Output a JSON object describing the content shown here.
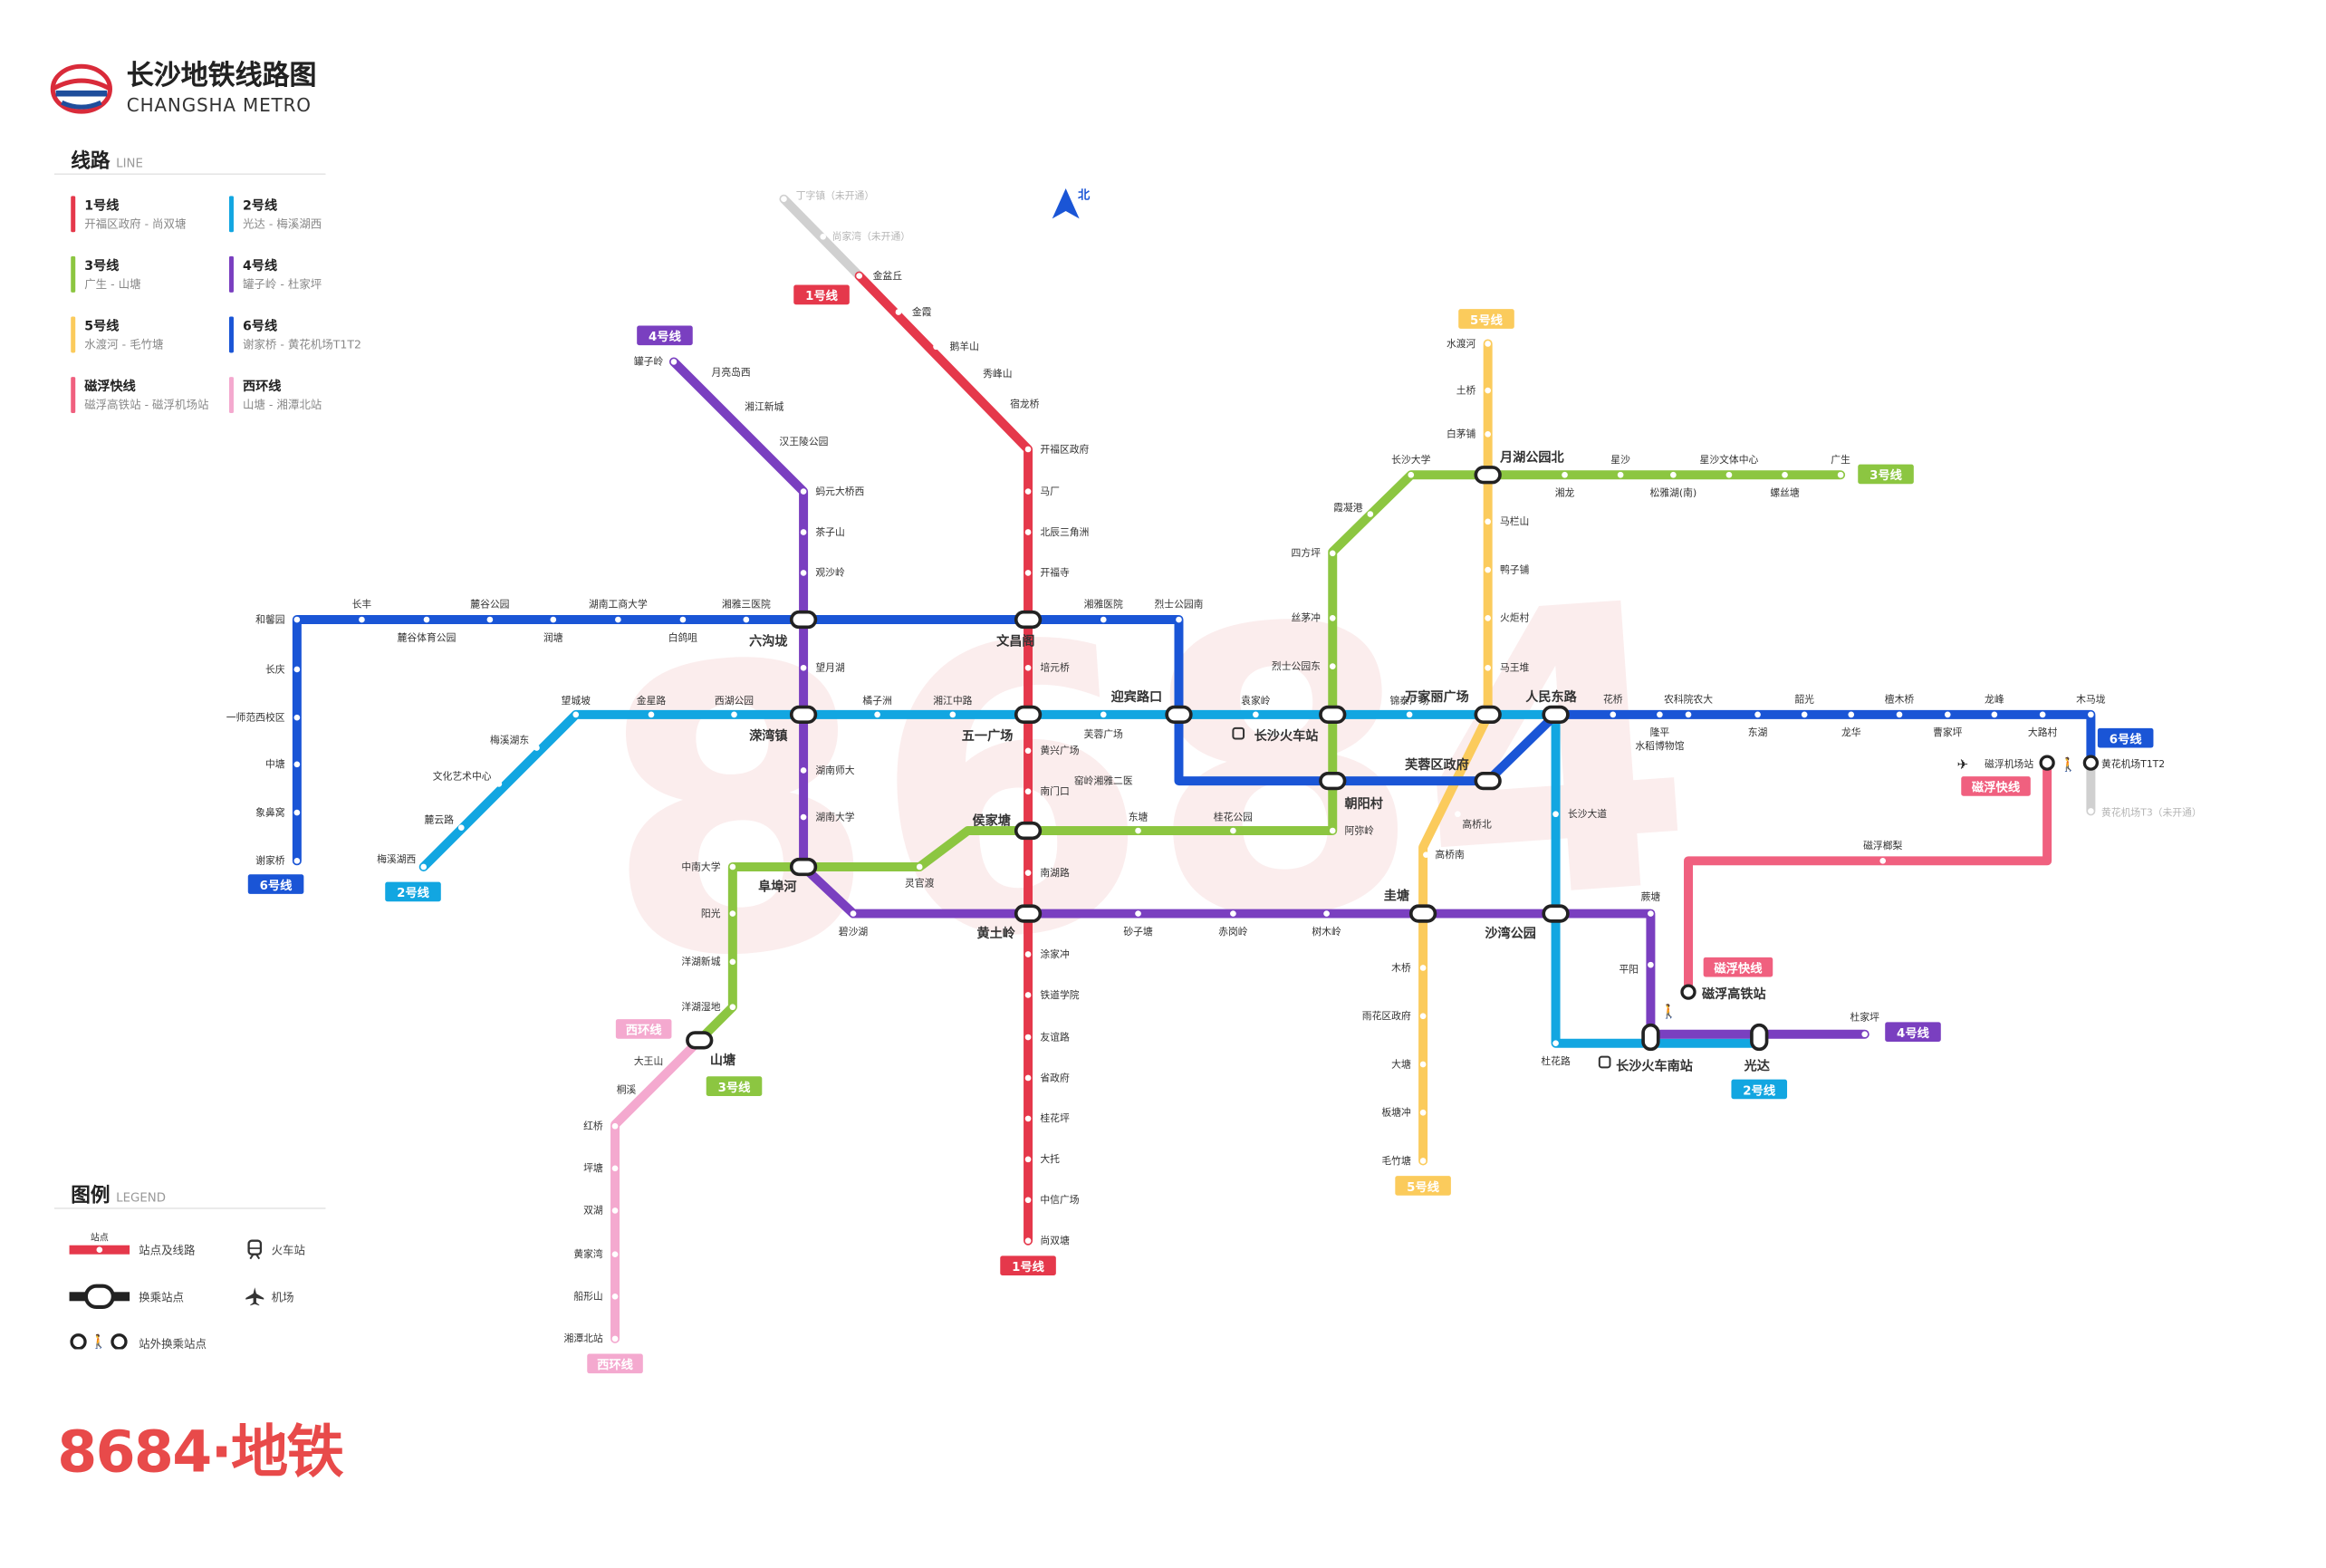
{
  "header": {
    "title_cn": "长沙地铁线路图",
    "title_en": "CHANGSHA METRO"
  },
  "line_section": {
    "title": "线路",
    "subtitle": "LINE"
  },
  "legend_section": {
    "title": "图例",
    "subtitle": "LEGEND"
  },
  "watermark": "8684",
  "north_label": "北",
  "brand_logo": "8684·地铁",
  "colors": {
    "l1": "#e5384b",
    "l2": "#12a6e1",
    "l3": "#8cc641",
    "l4": "#7a3fc0",
    "l5": "#fbcb5c",
    "l6": "#1a55d6",
    "maglev": "#f0607f",
    "xihuan": "#f4a9cf",
    "planned": "#d0d0d0",
    "station_dot": "#ffffff",
    "interchange_border": "#222222"
  },
  "lines": [
    {
      "name": "1号线",
      "route": "开福区政府 - 尚双塘",
      "color": "#e5384b"
    },
    {
      "name": "2号线",
      "route": "光达 - 梅溪湖西",
      "color": "#12a6e1"
    },
    {
      "name": "3号线",
      "route": "广生 - 山塘",
      "color": "#8cc641"
    },
    {
      "name": "4号线",
      "route": "罐子岭 - 杜家坪",
      "color": "#7a3fc0"
    },
    {
      "name": "5号线",
      "route": "水渡河 - 毛竹塘",
      "color": "#fbcb5c"
    },
    {
      "name": "6号线",
      "route": "谢家桥 - 黄花机场T1T2",
      "color": "#1a55d6"
    },
    {
      "name": "磁浮快线",
      "route": "磁浮高铁站 - 磁浮机场站",
      "color": "#f0607f"
    },
    {
      "name": "西环线",
      "route": "山塘 - 湘潭北站",
      "color": "#f4a9cf"
    }
  ],
  "legend": {
    "station_label": "站点",
    "station_line": "站点及线路",
    "interchange": "换乘站点",
    "out_interchange": "站外换乘站点",
    "train_station": "火车站",
    "airport": "机场"
  },
  "line_tags": {
    "l1_top": "1号线",
    "l1_bottom": "1号线",
    "l2_left": "2号线",
    "l2_right": "2号线",
    "l3_right": "3号线",
    "l3_bottom": "3号线",
    "l4_top": "4号线",
    "l4_right": "4号线",
    "l5_top": "5号线",
    "l5_bottom": "5号线",
    "l6_left": "6号线",
    "l6_right": "6号线",
    "maglev_top": "磁浮快线",
    "maglev_bottom": "磁浮快线",
    "xihuan_top": "西环线",
    "xihuan_bottom": "西环线"
  },
  "stations": {
    "l1": [
      "丁字镇（未开通）",
      "尚家湾（未开通）",
      "金盆丘",
      "金霞",
      "鹅羊山",
      "秀峰山",
      "宿龙桥",
      "开福区政府",
      "马厂",
      "北辰三角洲",
      "开福寺",
      "文昌阁",
      "培元桥",
      "五一广场",
      "黄兴广场",
      "南门口",
      "侯家塘",
      "南湖路",
      "黄土岭",
      "涂家冲",
      "铁道学院",
      "友谊路",
      "省政府",
      "桂花坪",
      "大托",
      "中信广场",
      "尚双塘"
    ],
    "l2": [
      "梅溪湖西",
      "麓云路",
      "文化艺术中心",
      "梅溪湖东",
      "望城坡",
      "金星路",
      "西湖公园",
      "溁湾镇",
      "橘子洲",
      "湘江中路",
      "五一广场",
      "芙蓉广场",
      "迎宾路口",
      "袁家岭",
      "长沙火车站",
      "锦泰广场",
      "万家丽广场",
      "人民东路",
      "长沙大道",
      "沙湾公园",
      "杜花路",
      "长沙火车南站",
      "光达"
    ],
    "l3": [
      "山塘",
      "洋湖湿地",
      "洋湖新城",
      "阳光",
      "中南大学",
      "阜埠河",
      "灵官渡",
      "侯家塘",
      "东塘",
      "桂花公园",
      "阿弥岭",
      "朝阳村",
      "烈士公园东",
      "丝茅冲",
      "四方坪",
      "霞凝港",
      "长沙大学",
      "月湖公园北",
      "湘龙",
      "星沙",
      "松雅湖(南)",
      "星沙文体中心",
      "螺丝塘",
      "广生"
    ],
    "l4": [
      "罐子岭",
      "月亮岛西",
      "湘江新城",
      "汉王陵公园",
      "蚂元大桥西",
      "茶子山",
      "观沙岭",
      "六沟垅",
      "溁湾镇",
      "望月湖",
      "湖南师大",
      "湖南大学",
      "阜埠河",
      "碧沙湖",
      "黄土岭",
      "砂子塘",
      "赤岗岭",
      "树木岭",
      "圭塘",
      "沙湾公园",
      "蕨塘",
      "平阳",
      "长沙火车南站",
      "光达",
      "杜家坪"
    ],
    "l5": [
      "水渡河",
      "土桥",
      "白茅铺",
      "月湖公园北",
      "马栏山",
      "鸭子铺",
      "火炬村",
      "马王堆",
      "万家丽广场",
      "芙蓉区政府",
      "高桥北",
      "高桥南",
      "圭塘",
      "木桥",
      "雨花区政府",
      "大塘",
      "板塘冲",
      "毛竹塘"
    ],
    "l6": [
      "谢家桥",
      "象鼻窝",
      "中塘",
      "一师范西校区",
      "长庆",
      "和馨园",
      "长丰",
      "麓谷体育公园",
      "麓谷公园",
      "润塘",
      "湖南工商大学",
      "白鸽咀",
      "湘雅三医院",
      "六沟垅",
      "文昌阁",
      "湘雅医院",
      "烈士公园南",
      "迎宾路口",
      "窑岭湘雅二医",
      "朝阳村",
      "芙蓉区政府",
      "人民东路",
      "花桥",
      "隆平水稻博物馆",
      "农科院农大",
      "东湖",
      "韶光",
      "龙华",
      "檀木桥",
      "曹家坪",
      "龙峰",
      "大路村",
      "木马垅",
      "黄花机场T1T2",
      "黄花机场T3（未开通）"
    ],
    "maglev": [
      "磁浮高铁站",
      "磁浮榔梨",
      "磁浮机场站"
    ],
    "xihuan": [
      "山塘",
      "大王山",
      "桐溪",
      "红桥",
      "坪塘",
      "双湖",
      "黄家湾",
      "船形山",
      "湘潭北站"
    ]
  }
}
